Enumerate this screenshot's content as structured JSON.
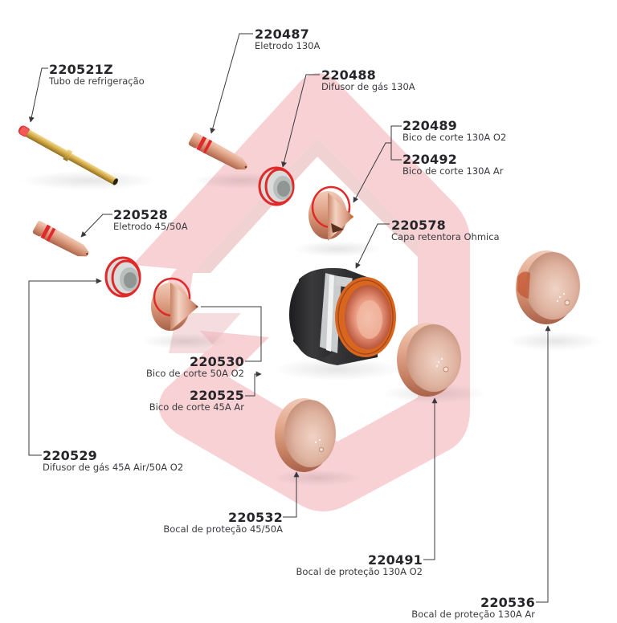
{
  "diagram": {
    "title": "",
    "colors": {
      "background": "#ffffff",
      "logo_shape": "#f6c9cc",
      "logo_shadow": "#e8b4b6",
      "copper": "#d99a7e",
      "copper_dark": "#a8624a",
      "copper_light": "#f3d2c2",
      "oring_red": "#e02a2a",
      "insulator_grey": "#c9cfcc",
      "cap_black": "#2a2a2c",
      "cap_orange": "#d9661f",
      "brass": "#d8b45a",
      "leader_line": "#3a3a3e"
    },
    "parts": [
      {
        "id": "p220521z",
        "code": "220521Z",
        "description": "Tubo de refrigeração",
        "type": "tube"
      },
      {
        "id": "p220487",
        "code": "220487",
        "description": "Eletrodo 130A",
        "type": "electrode"
      },
      {
        "id": "p220488",
        "code": "220488",
        "description": "Difusor de gás 130A",
        "type": "diffuser"
      },
      {
        "id": "p220489",
        "code": "220489",
        "description": "Bico de corte 130A O2",
        "type": "nozzle"
      },
      {
        "id": "p220492",
        "code": "220492",
        "description": "Bico de corte 130A Ar",
        "type": "nozzle"
      },
      {
        "id": "p220578",
        "code": "220578",
        "description": "Capa retentora Ohmica",
        "type": "retaining-cap"
      },
      {
        "id": "p220528",
        "code": "220528",
        "description": "Eletrodo 45/50A",
        "type": "electrode"
      },
      {
        "id": "p220530",
        "code": "220530",
        "description": "Bico de corte 50A O2",
        "type": "nozzle"
      },
      {
        "id": "p220525",
        "code": "220525",
        "description": "Bico de corte 45A Ar",
        "type": "nozzle"
      },
      {
        "id": "p220529",
        "code": "220529",
        "description": "Difusor de gás 45A Air/50A O2",
        "type": "diffuser"
      },
      {
        "id": "p220532",
        "code": "220532",
        "description": "Bocal de proteção 45/50A",
        "type": "shield"
      },
      {
        "id": "p220491",
        "code": "220491",
        "description": "Bocal de proteção 130A O2",
        "type": "shield"
      },
      {
        "id": "p220536",
        "code": "220536",
        "description": "Bocal de proteção 130A Ar",
        "type": "shield"
      }
    ]
  }
}
